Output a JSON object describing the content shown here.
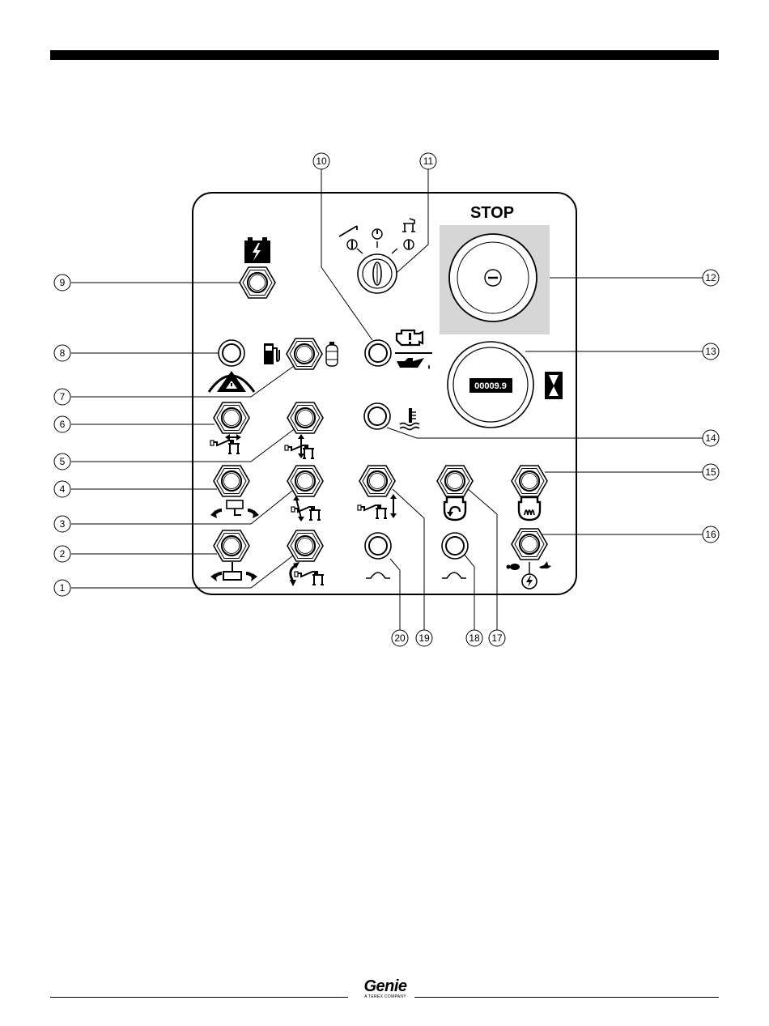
{
  "panel": {
    "stop_label": "STOP",
    "hour_meter_value": "00009.9"
  },
  "callouts": [
    {
      "id": "1",
      "label": "1"
    },
    {
      "id": "2",
      "label": "2"
    },
    {
      "id": "3",
      "label": "3"
    },
    {
      "id": "4",
      "label": "4"
    },
    {
      "id": "5",
      "label": "5"
    },
    {
      "id": "6",
      "label": "6"
    },
    {
      "id": "7",
      "label": "7"
    },
    {
      "id": "8",
      "label": "8"
    },
    {
      "id": "9",
      "label": "9"
    },
    {
      "id": "10",
      "label": "10"
    },
    {
      "id": "11",
      "label": "11"
    },
    {
      "id": "12",
      "label": "12"
    },
    {
      "id": "13",
      "label": "13"
    },
    {
      "id": "14",
      "label": "14"
    },
    {
      "id": "15",
      "label": "15"
    },
    {
      "id": "16",
      "label": "16"
    },
    {
      "id": "17",
      "label": "17"
    },
    {
      "id": "18",
      "label": "18"
    },
    {
      "id": "19",
      "label": "19"
    },
    {
      "id": "20",
      "label": "20"
    }
  ],
  "footer": {
    "brand_name": "Genie",
    "brand_tagline": "A TEREX COMPANY"
  }
}
